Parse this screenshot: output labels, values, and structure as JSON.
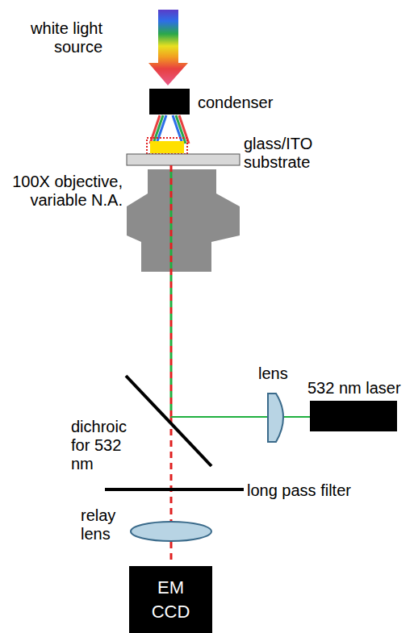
{
  "diagram": {
    "nodes": [
      {
        "text": [
          "EM CCD"
        ]
      }
    ],
    "labels": [
      "white light source",
      "condenser",
      "glass/ITO substrate",
      "100X objective, variable N.A.",
      "lens",
      "532 nm laser",
      "dichroic for 532 nm",
      "long pass filter",
      "relay lens"
    ]
  }
}
